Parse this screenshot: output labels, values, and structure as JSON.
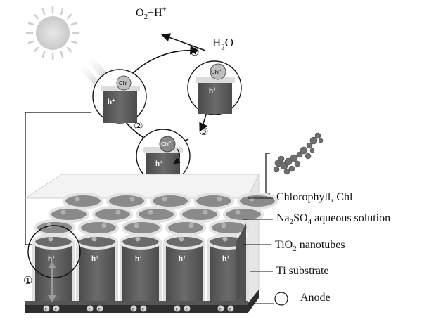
{
  "labels": {
    "o2": "O",
    "o2_sub": "2",
    "o2_rest": "+H",
    "o2_sup": "+",
    "h2o_h": "H",
    "h2o_sub": "2",
    "h2o_o": "O",
    "chlorophyll": "Chlorophyll, Chl",
    "na_a": "Na",
    "na_sub1": "2",
    "na_b": "SO",
    "na_sub2": "4",
    "na_c": " aqueous solution",
    "tio_a": "TiO",
    "tio_sub": "2",
    "tio_b": " nanotubes",
    "ti_substrate": "Ti substrate",
    "anode": "Anode",
    "anode_sign": "−"
  },
  "steps": [
    "①",
    "②",
    "③",
    "④"
  ],
  "molecule_labels": {
    "chl": "Chl",
    "chl_plus": "Chl",
    "chl_plus_sup": "+",
    "chl_star": "Chl",
    "chl_star_sup": "*"
  },
  "charges": {
    "hole": "h",
    "hole_sup": "+",
    "electron": "e",
    "electron_sup": "-"
  },
  "colors": {
    "tube_dark": "#5a5a5a",
    "tube_rim": "#dcdcdc",
    "substrate": "#3a3a3a",
    "sun": "#d9d9d9",
    "solution_box": "#f2f2f2"
  }
}
